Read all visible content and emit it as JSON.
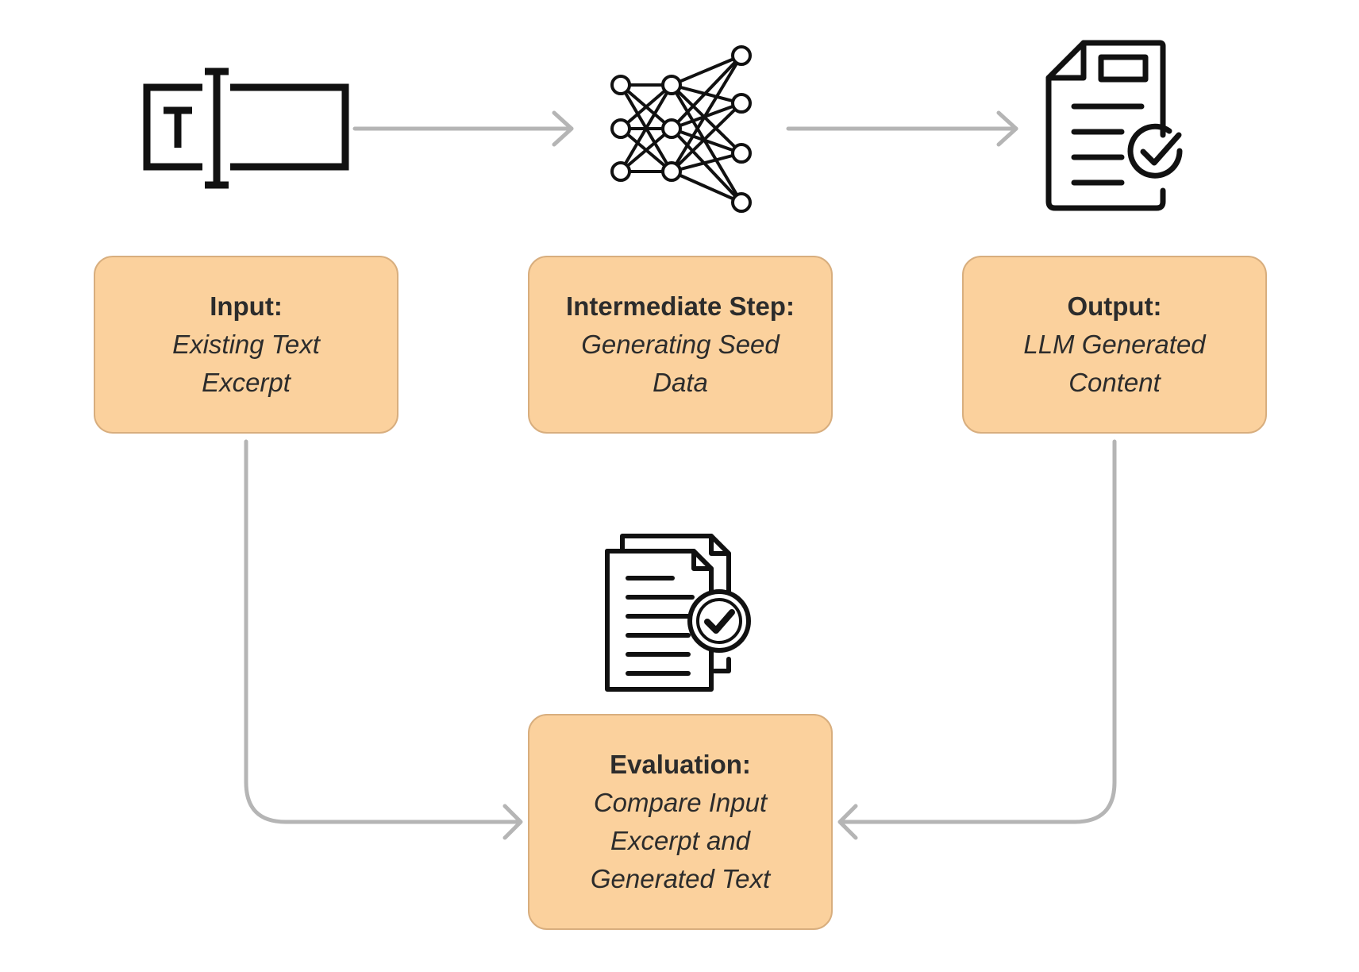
{
  "nodes": {
    "input": {
      "title": "Input:",
      "body_lines": [
        "Existing Text",
        "Excerpt"
      ],
      "icon": "text-field-icon"
    },
    "intermediate": {
      "title": "Intermediate Step:",
      "body_lines": [
        "Generating Seed",
        "Data"
      ],
      "icon": "neural-network-icon"
    },
    "output": {
      "title": "Output:",
      "body_lines": [
        "LLM Generated",
        "Content"
      ],
      "icon": "document-check-icon"
    },
    "evaluation": {
      "title": "Evaluation:",
      "body_lines": [
        "Compare Input",
        "Excerpt and",
        "Generated Text"
      ],
      "icon": "documents-check-icon"
    }
  },
  "edges": [
    {
      "from": "input",
      "to": "intermediate"
    },
    {
      "from": "intermediate",
      "to": "output"
    },
    {
      "from": "input",
      "to": "evaluation"
    },
    {
      "from": "output",
      "to": "evaluation"
    }
  ],
  "colors": {
    "box_fill": "#fbd19d",
    "box_border": "#d8ae7e",
    "arrow": "#b5b5b5",
    "icon": "#111111"
  }
}
